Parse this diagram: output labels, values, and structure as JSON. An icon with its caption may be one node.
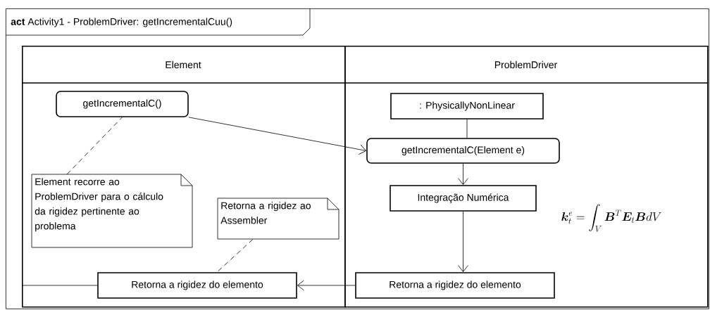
{
  "diagram": {
    "nodes": [
      {
        "text": [
          "**act** Activity1 - ProblemDriver: getIncrementalCuu()"
        ]
      },
      {
        "text": [
          "Element"
        ],
        "in": 0
      },
      {
        "text": [
          "ProblemDriver"
        ],
        "in": 0
      },
      {
        "text": [
          "getIncrementalC()"
        ],
        "in": 1
      },
      {
        "text": [
          "Element recorre ao ProblemDriver para o cálculo da rigidez pertinente ao problema"
        ],
        "in": 1
      },
      {
        "text": [
          "Retorna a rigidez ao Assembler"
        ],
        "in": 1
      },
      {
        "text": [
          "Retorna a rigidez do elemento"
        ],
        "in": 1
      },
      {
        "text": [
          ": PhysicallyNonLinear"
        ],
        "in": 2
      },
      {
        "text": [
          "getIncrementalC(Element e)"
        ],
        "in": 2
      },
      {
        "text": [
          "Integração Numérica"
        ],
        "in": 2
      },
      {
        "text": [
          "Retorna a rigidez do elemento"
        ],
        "in": 2
      }
    ],
    "edges": [
      {
        "from": 3,
        "to": 8,
        "arrow": "to"
      },
      {
        "from": 4,
        "to": 3,
        "arrow": "none",
        "style": "dashed"
      },
      {
        "from": 5,
        "to": 6,
        "arrow": "none",
        "style": "dashed"
      },
      {
        "from": 7,
        "to": 8,
        "arrow": "none"
      },
      {
        "from": 8,
        "to": 9,
        "arrow": "to"
      },
      {
        "from": 9,
        "to": 10,
        "arrow": "to"
      },
      {
        "from": 10,
        "to": 6,
        "arrow": "to"
      },
      {
        "from": null,
        "to": 6,
        "arrow": "none"
      }
    ],
    "labels": [
      "\\bm{k}_t^e = \\int_V \\bm{B}^T \\bm{E}_t \\bm{B} dV"
    ]
  }
}
